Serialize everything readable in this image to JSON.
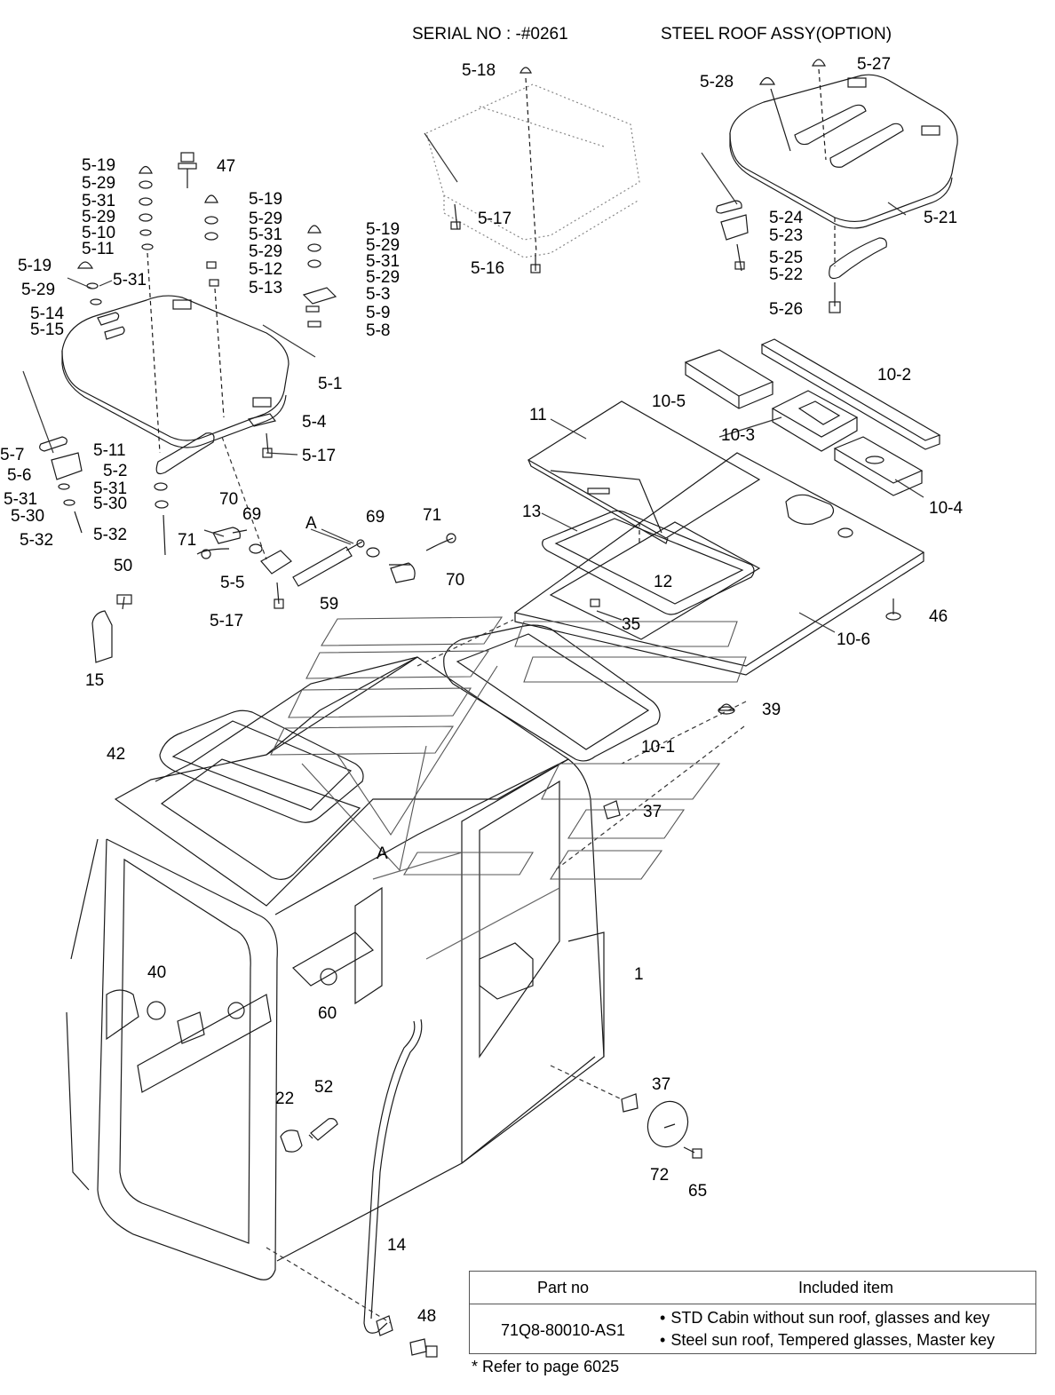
{
  "headers": {
    "serial": "SERIAL NO : -#0261",
    "steel_roof": "STEEL ROOF ASSY(OPTION)"
  },
  "callouts": {
    "c_5_18": "5-18",
    "c_5_17_top": "5-17",
    "c_5_16": "5-16",
    "c_5_27": "5-27",
    "c_5_28": "5-28",
    "c_5_24": "5-24",
    "c_5_23": "5-23",
    "c_5_21": "5-21",
    "c_5_25": "5-25",
    "c_5_22": "5-22",
    "c_5_26": "5-26",
    "c_47": "47",
    "s1_5_19": "5-19",
    "s1_5_29a": "5-29",
    "s1_5_31": "5-31",
    "s1_5_29b": "5-29",
    "s1_5_10": "5-10",
    "s1_5_11": "5-11",
    "s2_5_19": "5-19",
    "s2_5_29a": "5-29",
    "s2_5_31": "5-31",
    "s2_5_29b": "5-29",
    "s2_5_12": "5-12",
    "s2_5_13": "5-13",
    "s3_5_19": "5-19",
    "s3_5_29a": "5-29",
    "s3_5_31": "5-31",
    "s3_5_29b": "5-29",
    "s3_5_3": "5-3",
    "s3_5_9": "5-9",
    "s3_5_8": "5-8",
    "l_5_19": "5-19",
    "l_5_29": "5-29",
    "l_5_31": "5-31",
    "l_5_14": "5-14",
    "l_5_15": "5-15",
    "c_5_1": "5-1",
    "c_5_4": "5-4",
    "c_5_17_mid": "5-17",
    "c_5_7": "5-7",
    "c_5_6": "5-6",
    "c_5_31a": "5-31",
    "c_5_30a": "5-30",
    "c_5_32a": "5-32",
    "c_5_11": "5-11",
    "c_5_2": "5-2",
    "c_5_31b": "5-31",
    "c_5_30b": "5-30",
    "c_5_32b": "5-32",
    "c_70a": "70",
    "c_69a": "69",
    "c_71a": "71",
    "c_5_5": "5-5",
    "c_5_17_low": "5-17",
    "c_A1": "A",
    "c_69b": "69",
    "c_71b": "71",
    "c_70b": "70",
    "c_59": "59",
    "c_50": "50",
    "c_15": "15",
    "c_10_2": "10-2",
    "c_10_5": "10-5",
    "c_11": "11",
    "c_10_3": "10-3",
    "c_10_4": "10-4",
    "c_13": "13",
    "c_12": "12",
    "c_35": "35",
    "c_46": "46",
    "c_10_6": "10-6",
    "c_39": "39",
    "c_10_1": "10-1",
    "c_42": "42",
    "c_37a": "37",
    "c_A2": "A",
    "c_40": "40",
    "c_1": "1",
    "c_60": "60",
    "c_37b": "37",
    "c_22": "22",
    "c_52": "52",
    "c_72": "72",
    "c_65": "65",
    "c_14": "14",
    "c_48": "48"
  },
  "legend": {
    "col_part": "Part no",
    "col_included": "Included item",
    "part_no": "71Q8-80010-AS1",
    "items": [
      "STD Cabin without sun roof, glasses and key",
      "Steel sun roof, Tempered glasses, Master key"
    ]
  },
  "footnote": "* Refer to page 6025",
  "colors": {
    "line": "#1a1a1a",
    "dash": "#333333",
    "watermark": "#555555"
  }
}
